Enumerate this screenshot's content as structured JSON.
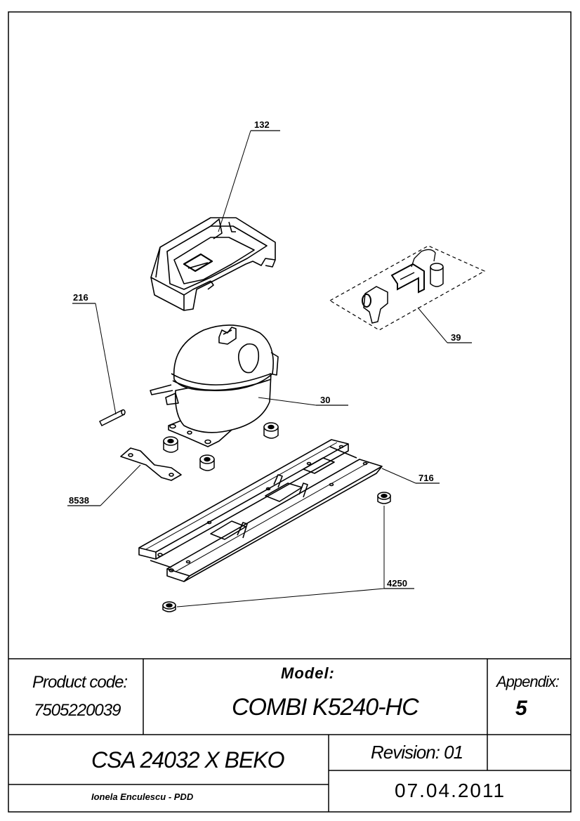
{
  "callouts": {
    "c132": "132",
    "c216": "216",
    "c39": "39",
    "c30": "30",
    "c716": "716",
    "c8538": "8538",
    "c4250": "4250"
  },
  "title_block": {
    "product_code_label": "Product code:",
    "product_code_value": "7505220039",
    "model_label": "Model:",
    "model_value": "COMBI K5240-HC",
    "appendix_label": "Appendix:",
    "appendix_value": "5",
    "assembly_name": "CSA 24032 X BEKO",
    "revision": "Revision: 01",
    "author": "Ionela Enculescu - PDD",
    "date": "07.04.2011"
  }
}
